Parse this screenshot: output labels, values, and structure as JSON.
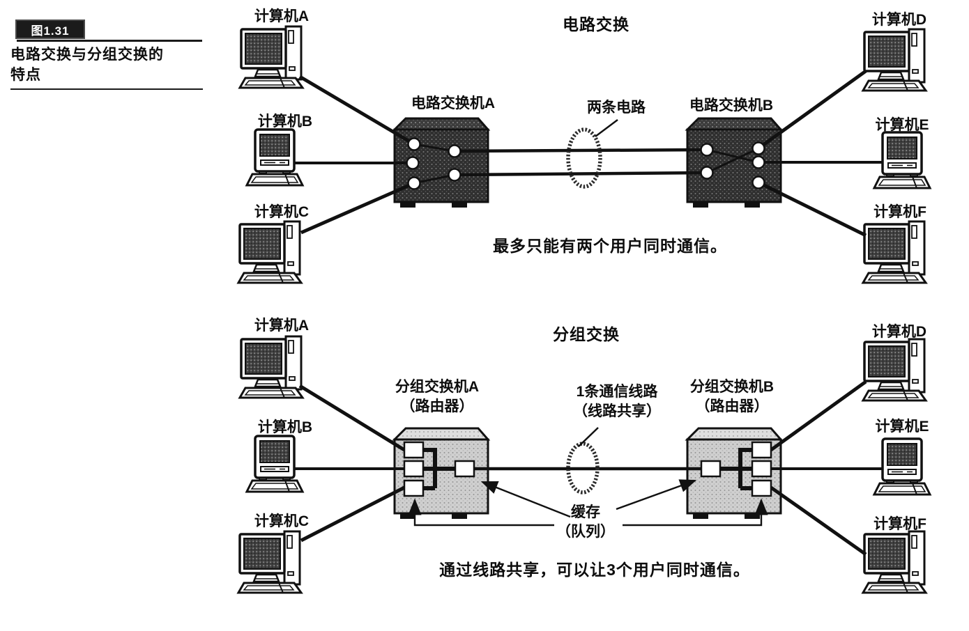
{
  "figure": {
    "badge": "图1.31",
    "caption_line1": "电路交换与分组交换的",
    "caption_line2": "特点"
  },
  "circuit": {
    "title": "电路交换",
    "switch_a": "电路交换机A",
    "switch_b": "电路交换机B",
    "line_label": "两条电路",
    "caption": "最多只能有两个用户同时通信。",
    "computer_a": "计算机A",
    "computer_b": "计算机B",
    "computer_c": "计算机C",
    "computer_d": "计算机D",
    "computer_e": "计算机E",
    "computer_f": "计算机F"
  },
  "packet": {
    "title": "分组交换",
    "switch_a_line1": "分组交换机A",
    "switch_a_line2": "（路由器）",
    "switch_b_line1": "分组交换机B",
    "switch_b_line2": "（路由器）",
    "line_label_line1": "1条通信线路",
    "line_label_line2": "（线路共享）",
    "buffer_line1": "缓存",
    "buffer_line2": "（队列）",
    "caption": "通过线路共享，可以让3个用户同时通信。",
    "computer_a": "计算机A",
    "computer_b": "计算机B",
    "computer_c": "计算机C",
    "computer_d": "计算机D",
    "computer_e": "计算机E",
    "computer_f": "计算机F"
  },
  "colors": {
    "ink": "#111111",
    "background": "#ffffff",
    "circuit_switch_fill": "#2f2f2f",
    "packet_switch_fill": "#cfcfcf"
  }
}
